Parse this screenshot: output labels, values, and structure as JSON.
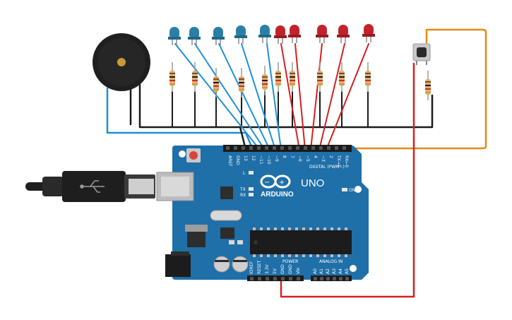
{
  "board": {
    "brand": "ARDUINO",
    "model": "UNO",
    "digital_header_label": "DIGITAL (PWM~)",
    "power_label": "POWER",
    "analog_label": "ANALOG IN",
    "on_label": "ON",
    "led_l_label": "L",
    "tx_label": "TX",
    "rx_label": "RX",
    "digital_pins": [
      "AREF",
      "GND",
      "13",
      "12",
      "~11",
      "~10",
      "~9",
      "8",
      "7",
      "~6",
      "~5",
      "4",
      "~3",
      "2",
      "TX→1",
      "RX←0"
    ],
    "power_pins": [
      "IOREF",
      "RESET",
      "3.3V",
      "5V",
      "GND",
      "GND",
      "Vin"
    ],
    "analog_pins": [
      "A0",
      "A1",
      "A2",
      "A3",
      "A4",
      "A5"
    ]
  },
  "components": {
    "buzzer": "piezo-buzzer",
    "button": "pushbutton",
    "usb": "usb-cable",
    "led_colors": [
      "blue",
      "blue",
      "blue",
      "blue",
      "blue",
      "red",
      "red",
      "red",
      "red",
      "red"
    ]
  },
  "colors": {
    "board": "#1f6fa8",
    "wire_blue": "#1e90d6",
    "wire_red": "#d42020",
    "wire_black": "#1a1a1a",
    "wire_orange": "#e58a17",
    "led_blue": "#2a7fa6",
    "led_red": "#c0242a"
  }
}
